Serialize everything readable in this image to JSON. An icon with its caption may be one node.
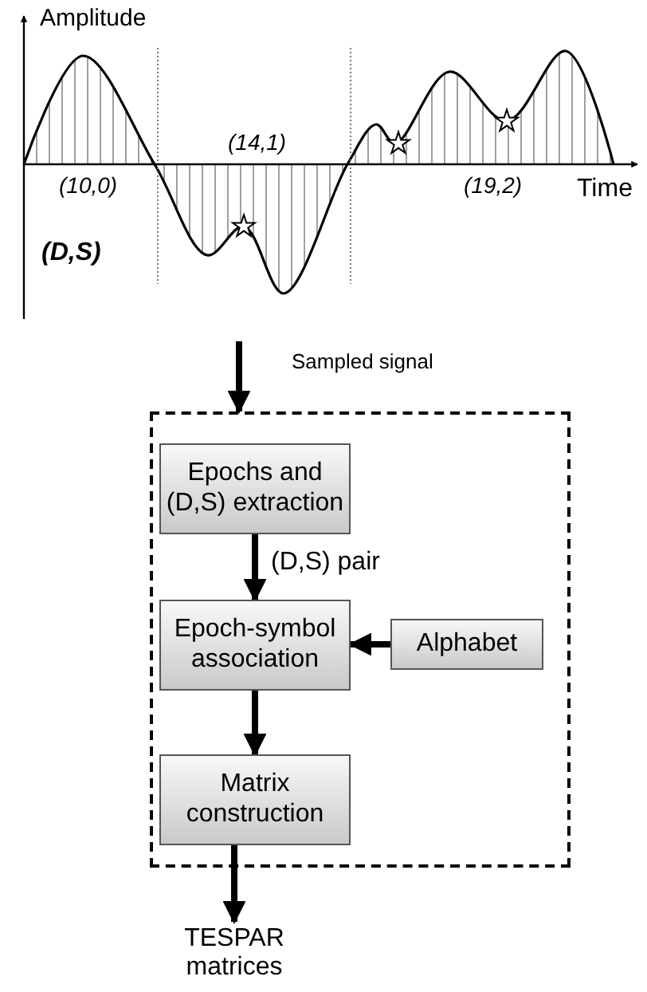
{
  "diagram": {
    "nodes": [
      {
        "text": [],
        "shape": "box"
      },
      {
        "text": [
          "Epochs and (D,S) extraction"
        ],
        "in": 0
      },
      {
        "text": [
          "Epoch-symbol association"
        ],
        "in": 0
      },
      {
        "text": [
          "Alphabet"
        ],
        "in": 0
      },
      {
        "text": [
          "Matrix construction"
        ],
        "in": 0
      },
      {
        "text": [
          "TESPAR matrices"
        ]
      }
    ],
    "edges": [
      {
        "from": null,
        "to": 0,
        "arrow": "to",
        "label": "Sampled signal"
      },
      {
        "from": 1,
        "to": 2,
        "arrow": "to",
        "label": "(D,S) pair"
      },
      {
        "from": 3,
        "to": 2,
        "arrow": "to"
      },
      {
        "from": 2,
        "to": 4,
        "arrow": "to"
      },
      {
        "from": 4,
        "to": 5,
        "arrow": "to"
      }
    ],
    "labels": [
      "Amplitude",
      "(14,1)",
      "(10,0)",
      "(19,2)",
      "Time",
      "(D,S)"
    ]
  }
}
